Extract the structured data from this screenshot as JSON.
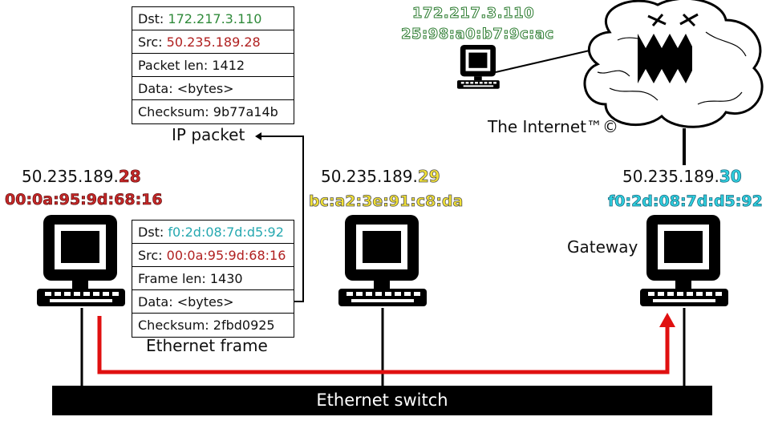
{
  "ip_packet": {
    "rows": [
      {
        "key": "Dst:",
        "value": "172.217.3.110"
      },
      {
        "key": "Src:",
        "value": "50.235.189.28"
      },
      {
        "key": "Packet len:",
        "value": "1412"
      },
      {
        "key": "Data:",
        "value": "<bytes>"
      },
      {
        "key": "Checksum:",
        "value": "9b77a14b"
      }
    ],
    "caption": "IP packet"
  },
  "ethernet_frame": {
    "rows": [
      {
        "key": "Dst:",
        "value": "f0:2d:08:7d:d5:92"
      },
      {
        "key": "Src:",
        "value": "00:0a:95:9d:68:16"
      },
      {
        "key": "Frame len:",
        "value": "1430"
      },
      {
        "key": "Data:",
        "value": "<bytes>"
      },
      {
        "key": "Checksum:",
        "value": "2fbd0925"
      }
    ],
    "caption": "Ethernet frame"
  },
  "remote_host": {
    "ip": "172.217.3.110",
    "mac": "25:98:a0:b7:9c:ac"
  },
  "internet_label": "The Internet™©",
  "hosts": [
    {
      "ip_prefix": "50.235.189.",
      "ip_suffix": "28",
      "mac": "00:0a:95:9d:68:16"
    },
    {
      "ip_prefix": "50.235.189.",
      "ip_suffix": "29",
      "mac": "bc:a2:3e:91:c8:da"
    },
    {
      "ip_prefix": "50.235.189.",
      "ip_suffix": "30",
      "mac": "f0:2d:08:7d:d5:92"
    }
  ],
  "gateway_label": "Gateway",
  "switch_label": "Ethernet switch",
  "colors": {
    "path_arrow": "#e01010",
    "green": "#2e7d32",
    "red": "#c62828",
    "yellow": "#f2e135",
    "cyan": "#2fd1e0"
  }
}
